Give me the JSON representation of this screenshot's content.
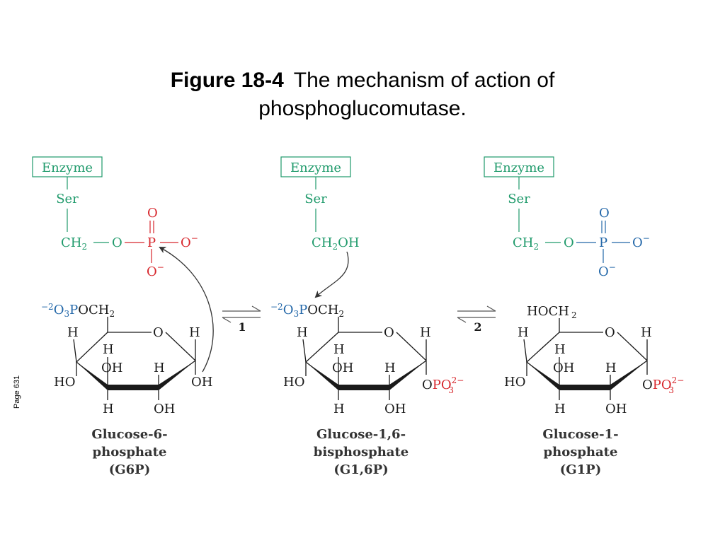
{
  "title": {
    "figure_number": "Figure 18-4",
    "line1": "The mechanism of action of",
    "line2": "phosphoglucomutase."
  },
  "side_label": "Page 631",
  "colors": {
    "enzyme": "#1f9a6b",
    "phosphate_blue": "#2166a8",
    "phosphate_red": "#d7262c",
    "text": "#1a1a1a"
  },
  "enzyme": {
    "box_label": "Enzyme",
    "ser": "Ser",
    "ch2": "CH",
    "ch2_sub": "2",
    "o": "O",
    "p": "P",
    "o_minus": "O",
    "minus": "−",
    "ch2oh_prefix": "CH",
    "ch2oh_suffix": "OH"
  },
  "ring": {
    "o": "O",
    "h": "H",
    "oh": "OH",
    "ho": "HO",
    "phosphate_prefix": "−2",
    "o3p": "O",
    "o3p_sub": "3",
    "o3p_p": "P",
    "och2": "OCH",
    "hoch2": "HOCH",
    "two": "2",
    "opo3_o": "O",
    "opo3_po": "PO",
    "opo3_sub": "3",
    "opo3_sup": "2−"
  },
  "steps": [
    "1",
    "2"
  ],
  "molecules": [
    {
      "name_line1": "Glucose-6-",
      "name_line2": "phosphate",
      "abbr": "(G6P)"
    },
    {
      "name_line1": "Glucose-1,6-",
      "name_line2": "bisphosphate",
      "abbr": "(G1,6P)"
    },
    {
      "name_line1": "Glucose-1-",
      "name_line2": "phosphate",
      "abbr": "(G1P)"
    }
  ]
}
